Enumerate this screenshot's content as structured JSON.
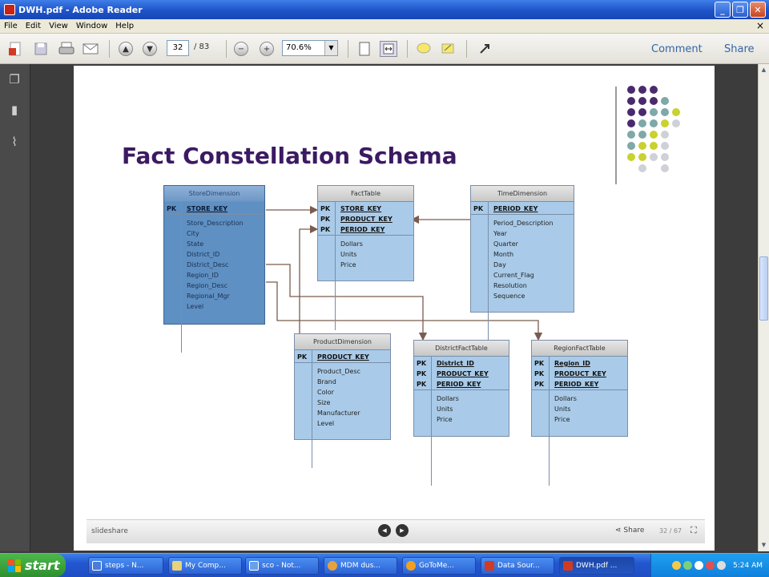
{
  "window": {
    "title": "DWH.pdf - Adobe Reader"
  },
  "menu": [
    "File",
    "Edit",
    "View",
    "Window",
    "Help"
  ],
  "toolbar": {
    "page_current": "32",
    "page_total": "/ 83",
    "zoom": "70.6%",
    "comment_label": "Comment",
    "share_label": "Share"
  },
  "document": {
    "title": "Fact Constellation Schema",
    "tables": [
      {
        "id": "store",
        "name": "StoreDimension",
        "pk_labels": [
          "PK"
        ],
        "keys": [
          "STORE_KEY"
        ],
        "attributes": [
          "Store_Description",
          "City",
          "State",
          "District_ID",
          "District_Desc",
          "Region_ID",
          "Region_Desc",
          "Regional_Mgr",
          "Level"
        ]
      },
      {
        "id": "fact",
        "name": "FactTable",
        "pk_labels": [
          "PK",
          "PK",
          "PK"
        ],
        "keys": [
          "STORE_KEY",
          "PRODUCT_KEY",
          "PERIOD_KEY"
        ],
        "attributes": [
          "Dollars",
          "Units",
          "Price"
        ]
      },
      {
        "id": "time",
        "name": "TimeDimension",
        "pk_labels": [
          "PK"
        ],
        "keys": [
          "PERIOD_KEY"
        ],
        "attributes": [
          "Period_Description",
          "Year",
          "Quarter",
          "Month",
          "Day",
          "Current_Flag",
          "Resolution",
          "Sequence"
        ]
      },
      {
        "id": "product",
        "name": "ProductDimension",
        "pk_labels": [
          "PK"
        ],
        "keys": [
          "PRODUCT_KEY"
        ],
        "attributes": [
          "Product_Desc",
          "Brand",
          "Color",
          "Size",
          "Manufacturer",
          "Level"
        ]
      },
      {
        "id": "district",
        "name": "DistrictFactTable",
        "pk_labels": [
          "PK",
          "PK",
          "PK"
        ],
        "keys": [
          "District_ID",
          "PRODUCT_KEY",
          "PERIOD_KEY"
        ],
        "attributes": [
          "Dollars",
          "Units",
          "Price"
        ]
      },
      {
        "id": "region",
        "name": "RegionFactTable",
        "pk_labels": [
          "PK",
          "PK",
          "PK"
        ],
        "keys": [
          "Region_ID",
          "PRODUCT_KEY",
          "PERIOD_KEY"
        ],
        "attributes": [
          "Dollars",
          "Units",
          "Price"
        ]
      }
    ]
  },
  "slideshare": {
    "logo": "slideshare",
    "share_label": "Share",
    "counter": "32 / 67"
  },
  "taskbar": {
    "start_label": "start",
    "tasks": [
      "steps - N...",
      "My Comp...",
      "sco - Not...",
      "MDM dus...",
      "GoToMe...",
      "Data Sour...",
      "DWH.pdf ..."
    ],
    "clock": "5:24 AM"
  },
  "colors": {
    "title_purple": "#3b1a62",
    "table_light": "#a9cbe9",
    "table_dark": "#5f90c3",
    "arrow": "#7a5c4e"
  }
}
